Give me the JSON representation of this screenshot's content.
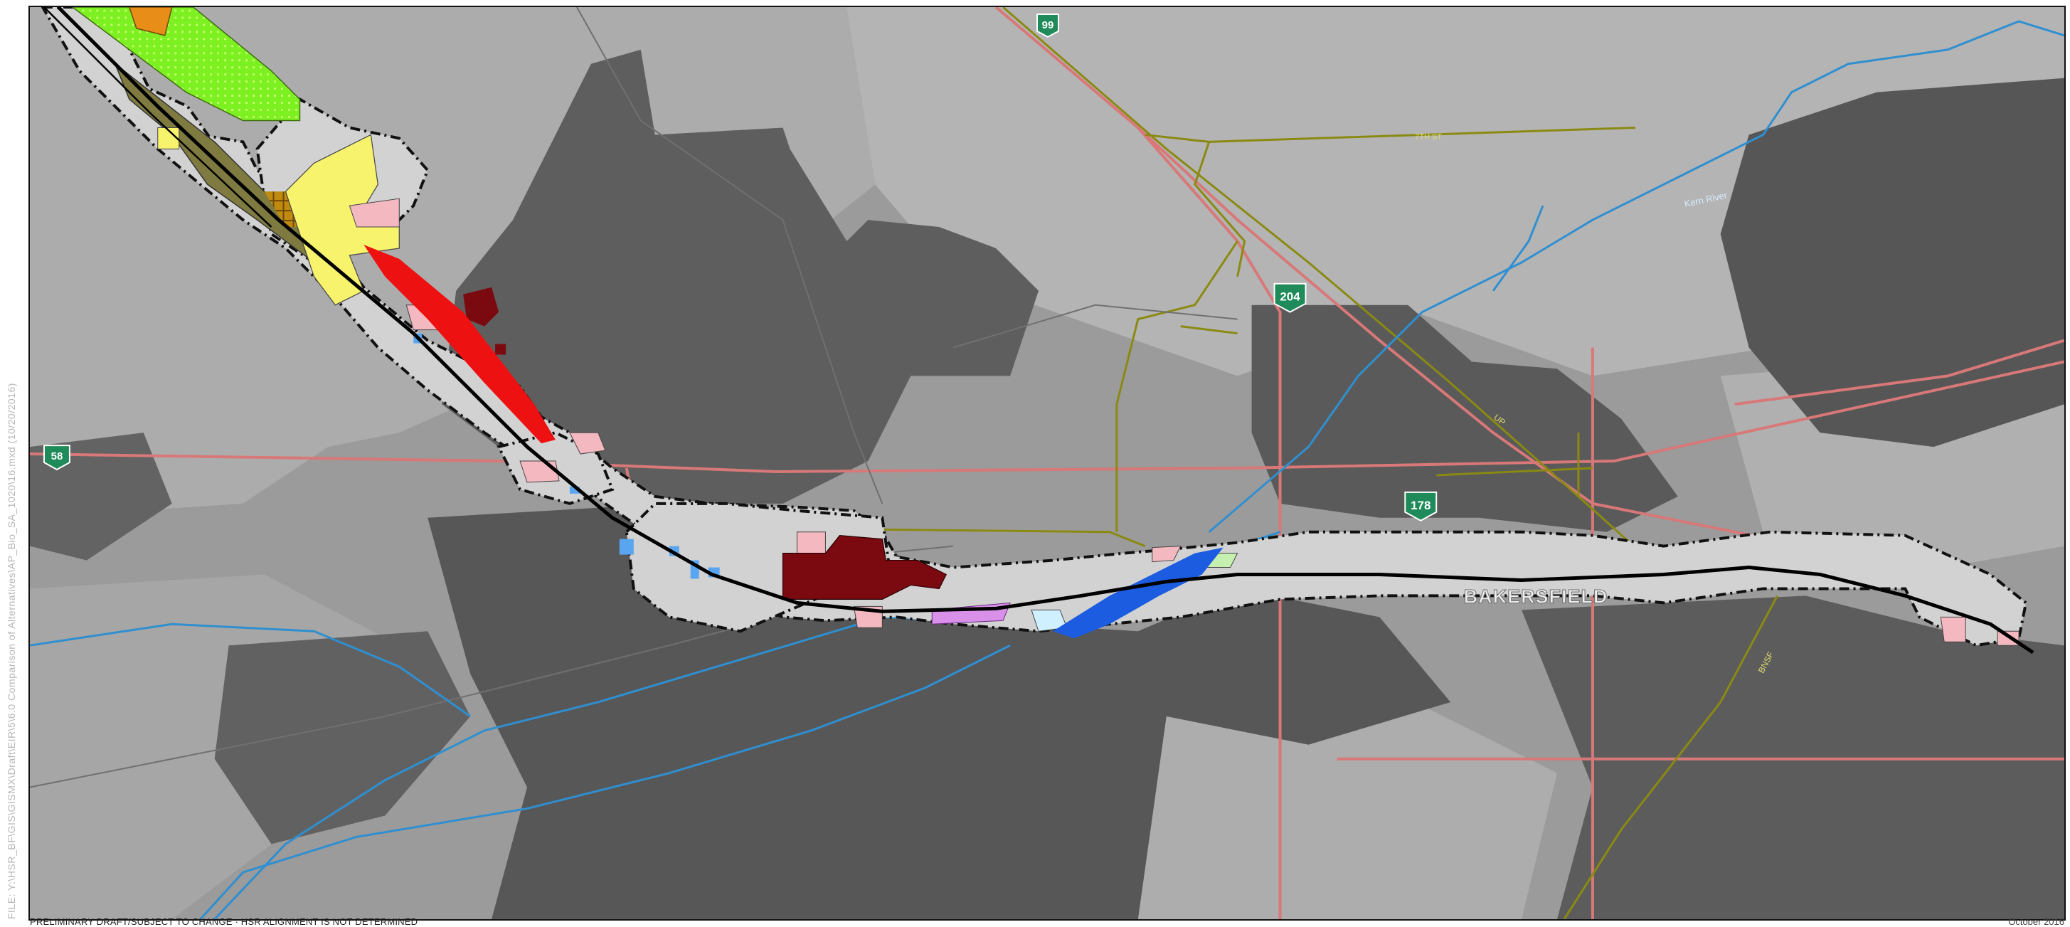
{
  "map": {
    "place_label": "BAKERSFIELD",
    "shields": [
      "99",
      "204",
      "178",
      "58"
    ],
    "road_labels": [
      "7TH ST",
      "UP",
      "BNSF"
    ],
    "river_label": "Kern River",
    "side_note": "FILE: Y:\\HSR_BF\\GIS\\GISMX\\Draft\\EIR\\5\\6.0 Comparison of Alternatives\\AP_Bio_SA_1020\\16.mxd (10/20/2016)",
    "footer_note": "PRELIMINARY DRAFT/SUBJECT TO CHANGE · HSR ALIGNMENT IS NOT DETERMINED",
    "footer_date": "October 2016"
  },
  "colors": {
    "imagery": "#9b9b9b",
    "shadow": "#5b5b5b",
    "urban": "#b0b0b0",
    "corridor": "#d2d2d2",
    "alignment": "#000000",
    "river": "#2f8fd0",
    "rail": "#8a8a12",
    "highway": "#d87878",
    "shield": "#1f8a5a",
    "lime": "#7cf020",
    "olive": "#7e7a40",
    "yellow": "#f7f36d",
    "pink": "#f4b8c0",
    "maroon": "#7a0a10",
    "red": "#ee1111",
    "blue_water": "#1c5ce0",
    "light_blue": "#5aa5f0",
    "purple": "#d890e8",
    "orange": "#e88e18"
  }
}
